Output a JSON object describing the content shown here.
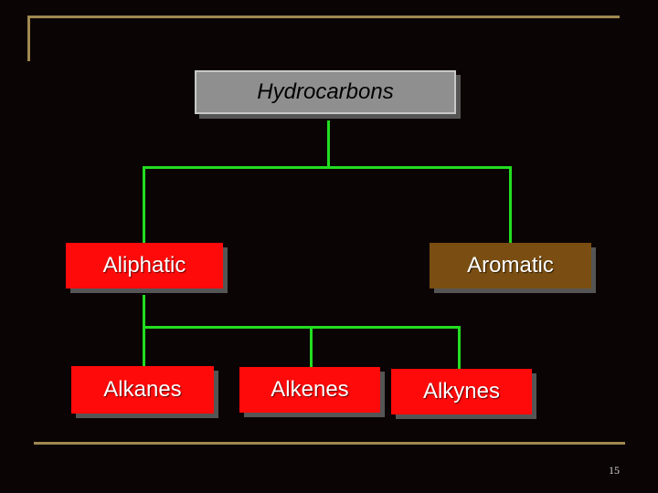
{
  "diagram": {
    "type": "tree",
    "root": {
      "label": "Hydrocarbons",
      "color": "#8f8f8f"
    },
    "level1": [
      {
        "id": "aliphatic",
        "label": "Aliphatic",
        "color": "#ff0a0a"
      },
      {
        "id": "aromatic",
        "label": "Aromatic",
        "color": "#7a4e12"
      }
    ],
    "level2": [
      {
        "id": "alkanes",
        "label": "Alkanes",
        "parent": "aliphatic",
        "color": "#ff0a0a"
      },
      {
        "id": "alkenes",
        "label": "Alkenes",
        "parent": "aliphatic",
        "color": "#ff0a0a"
      },
      {
        "id": "alkynes",
        "label": "Alkynes",
        "parent": "aliphatic",
        "color": "#ff0a0a"
      }
    ],
    "connector_color": "#22dd22"
  },
  "slide": {
    "page_number": "15",
    "frame_color": "#a08850",
    "background": "#0b0404"
  }
}
